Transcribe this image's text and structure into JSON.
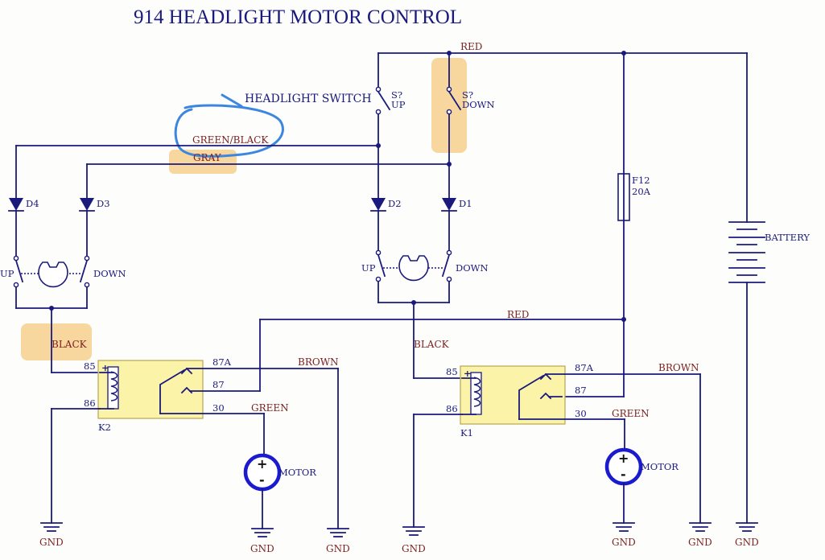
{
  "title": "914 HEADLIGHT MOTOR CONTROL",
  "switch": {
    "label": "HEADLIGHT SWITCH",
    "up_ref": "S?",
    "up_pos": "UP",
    "down_ref": "S?",
    "down_pos": "DOWN"
  },
  "wires": {
    "red_top": "RED",
    "red_mid": "RED",
    "green_black": "GREEN/BLACK",
    "gray": "GRAY",
    "black_left": "BLACK",
    "black_right": "BLACK",
    "brown_k2": "BROWN",
    "brown_k1": "BROWN",
    "green_k2": "GREEN",
    "green_k1": "GREEN"
  },
  "diodes": [
    "D4",
    "D3",
    "D2",
    "D1"
  ],
  "limit_switches": {
    "left_up": "UP",
    "left_down": "DOWN",
    "right_up": "UP",
    "right_down": "DOWN"
  },
  "relays": {
    "k2": {
      "ref": "K2",
      "p85": "85",
      "p86": "86",
      "p87a": "87A",
      "p87": "87",
      "p30": "30"
    },
    "k1": {
      "ref": "K1",
      "p85": "85",
      "p86": "86",
      "p87a": "87A",
      "p87": "87",
      "p30": "30"
    }
  },
  "fuse": {
    "ref": "F12",
    "rating": "20A"
  },
  "battery": {
    "label": "BATTERY"
  },
  "motors": [
    "MOTOR",
    "MOTOR"
  ],
  "motor_sign": {
    "plus": "+",
    "minus": "-"
  },
  "relay_plus": "+",
  "gnd": [
    "GND",
    "GND",
    "GND",
    "GND",
    "GND",
    "GND",
    "GND"
  ],
  "colors": {
    "ink": "#1a1a7e",
    "wire_label": "#7a1f1f",
    "relay_fill": "#fbf3a8",
    "highlight": "#f5c36b",
    "pen": "#3d86e0"
  }
}
